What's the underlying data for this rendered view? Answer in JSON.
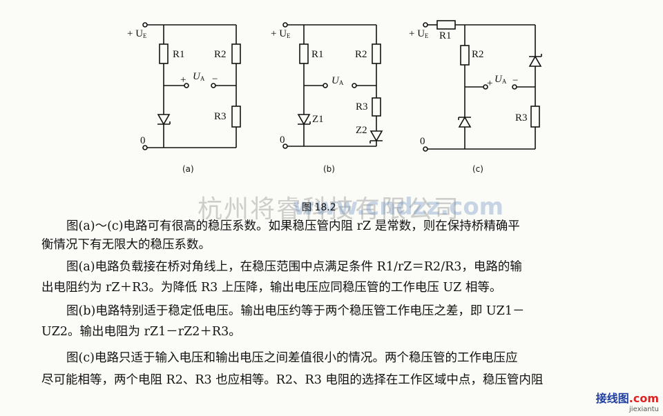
{
  "figure": {
    "title": "图 18.2",
    "captions": [
      "(a)",
      "(b)",
      "(c)"
    ]
  },
  "labels": {
    "ue": "+ U",
    "ue_sub": "E",
    "ua": "U",
    "ua_sub": "A",
    "plus": "+",
    "minus": "−",
    "zero": "0",
    "r1": "R1",
    "r2": "R2",
    "r3": "R3",
    "z1": "Z1",
    "z2": "Z2"
  },
  "watermark": {
    "chinese": "杭州将睿科技有限公司",
    "site": "www.cndzz.com"
  },
  "paragraphs": [
    "图(a)～(c)电路可有很高的稳压系数。如果稳压管内阻 rZ 是常数，则在保持桥精确平",
    "衡情况下有无限大的稳压系数。",
    "图(a)电路负载接在桥对角线上，在稳压范围中点满足条件 R1/rZ＝R2/R3，电路的输",
    "出电阻约为 rZ＋R3。为降低 R3 上压降，输出电压应同稳压管的工作电压 UZ 相等。",
    "图(b)电路特别适于稳定低电压。输出电压约等于两个稳压管工作电压之差，即 UZ1－",
    "UZ2。输出电阻为 rZ1－rZ2＋R3。",
    "图(c)电路只适于输入电压和输出电压之间差值很小的情况。两个稳压管的工作电压应",
    "尽可能相等，两个电阻 R2、R3 也应相等。R2、R3 电阻的选择在工作区域中点，稳压管内阻"
  ],
  "logo": {
    "brand": "接线图",
    "tld": ".com",
    "url": "jiexiantu"
  }
}
